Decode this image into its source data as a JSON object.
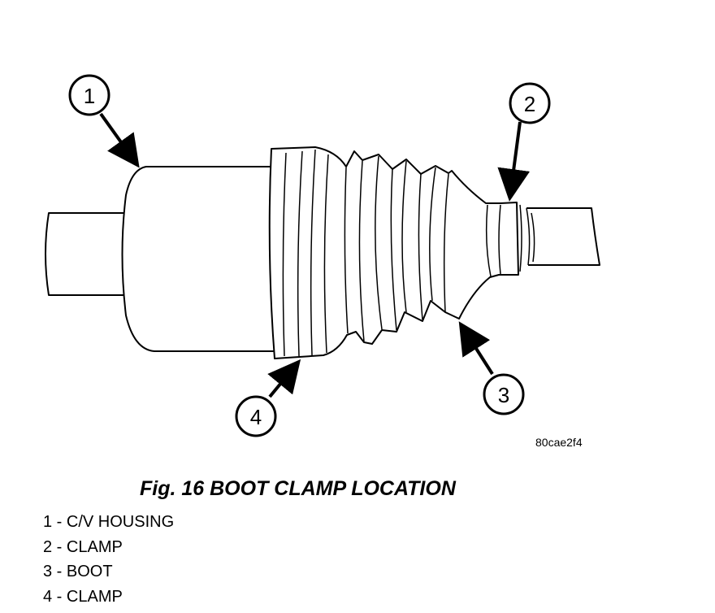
{
  "figure": {
    "id_code": "80cae2f4",
    "caption": "Fig. 16 BOOT CLAMP LOCATION",
    "callouts": [
      {
        "number": "1"
      },
      {
        "number": "2"
      },
      {
        "number": "3"
      },
      {
        "number": "4"
      }
    ]
  },
  "legend": [
    {
      "number": "1",
      "label": "C/V HOUSING"
    },
    {
      "number": "2",
      "label": "CLAMP"
    },
    {
      "number": "3",
      "label": "BOOT"
    },
    {
      "number": "4",
      "label": "CLAMP"
    }
  ]
}
